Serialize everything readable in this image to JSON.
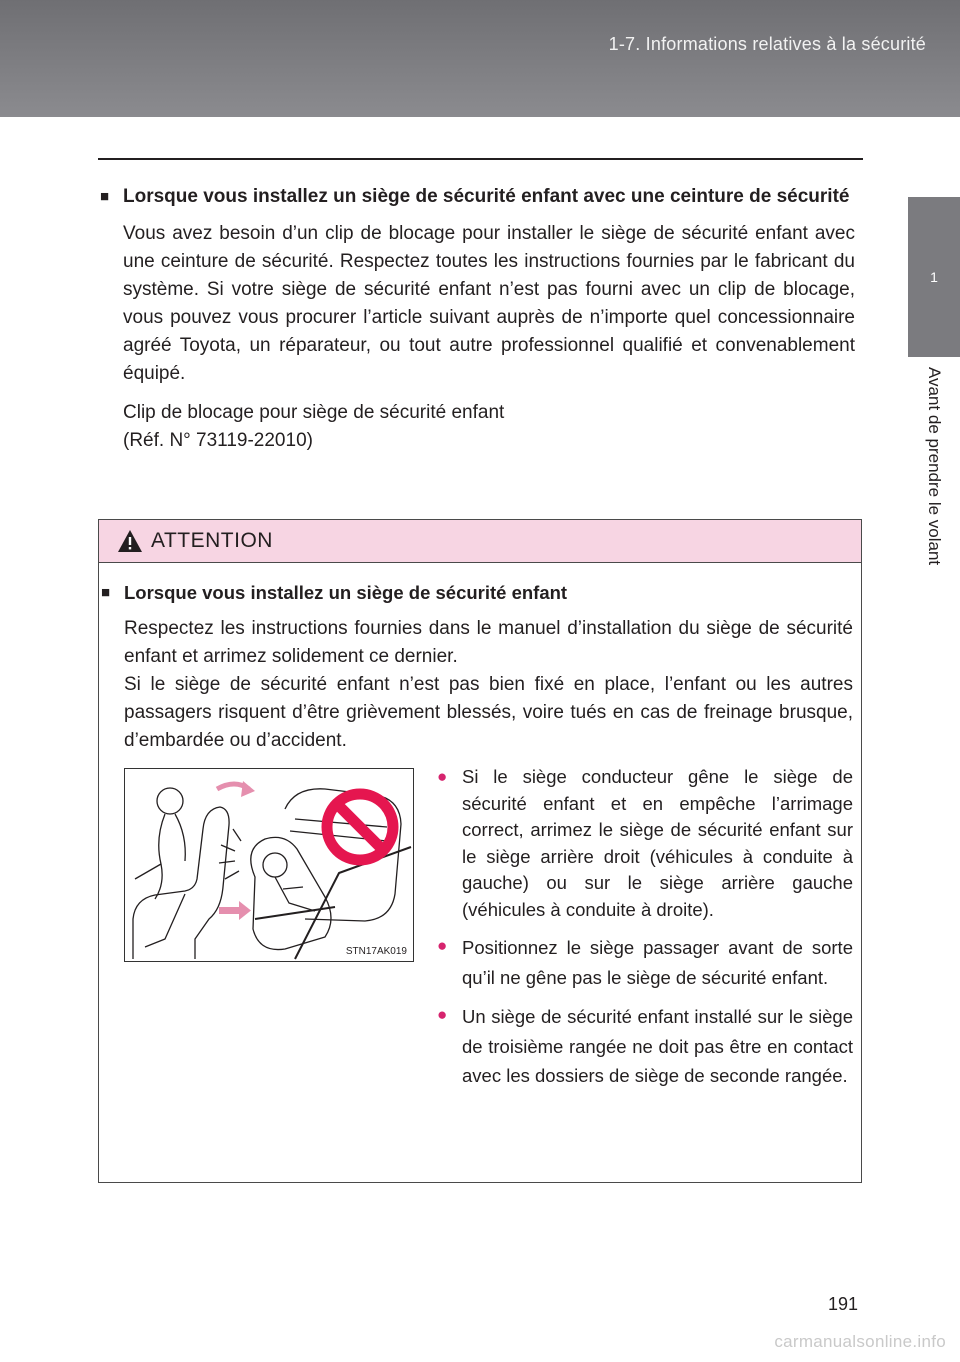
{
  "header": {
    "section_title": "1-7. Informations relatives à la sécurité"
  },
  "side_tab": {
    "chapter_number": "1",
    "chapter_label": "Avant de prendre le volant"
  },
  "section": {
    "heading": "Lorsque vous installez un siège de sécurité enfant avec une ceinture de sécurité",
    "paragraph": "Vous avez besoin d’un clip de blocage pour installer le siège de sécurité enfant avec une ceinture de sécurité. Respectez toutes les instructions fournies par le fabricant du système. Si votre siège de sécurité enfant n’est pas fourni avec un clip de blocage, vous pouvez vous procurer l’article suivant auprès de n’importe quel concessionnaire agréé Toyota, un réparateur, ou tout autre professionnel qualifié et convenablement équipé.",
    "part_line1": "Clip de blocage pour siège de sécurité enfant",
    "part_line2": "(Réf. N° 73119-22010)"
  },
  "warning": {
    "title": "ATTENTION",
    "heading": "Lorsque vous installez un siège de sécurité enfant",
    "text1": "Respectez les instructions fournies dans le manuel d’installation du siège de sécurité enfant et arrimez solidement ce dernier.",
    "text2": "Si le siège de sécurité enfant n’est pas bien fixé en place, l’enfant ou les autres passagers risquent d’être grièvement blessés, voire tués en cas de freinage brusque, d’embardée ou d’accident.",
    "illustration_code": "STN17AK019",
    "bullets": [
      "Si le siège conducteur gêne le siège de sécurité enfant et en empêche l’arrimage correct, arrimez le siège de sécurité enfant sur le siège arrière droit (véhicules à conduite à gauche) ou sur le siège arrière gauche (véhicules à conduite à droite).",
      "Positionnez le siège passager avant de sorte qu’il ne gêne pas le siège de sécurité enfant.",
      "Un siège de sécurité enfant installé sur le siège de troisième rangée ne doit pas être en contact avec les dossiers de siège de seconde rangée."
    ]
  },
  "footer": {
    "page_number": "191",
    "watermark": "carmanualsonline.info"
  },
  "colors": {
    "header_band": "#7d7d81",
    "warning_header": "#f7d5e3",
    "accent": "#d6246e",
    "prohibit_red": "#e5164f"
  }
}
